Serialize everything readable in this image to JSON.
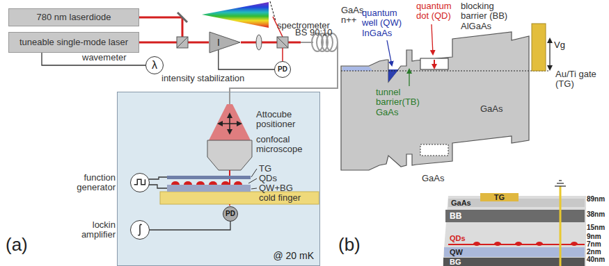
{
  "diagram": {
    "nodes": [
      {
        "text": [
          "780 nm laserdiode"
        ]
      },
      {
        "text": [
          "tuneable single-mode laser"
        ]
      },
      {
        "text": [
          "I"
        ]
      },
      {
        "text": [
          "λ"
        ]
      },
      {
        "text": [
          "PD"
        ]
      },
      {
        "text": [
          "@ 20 mK"
        ]
      },
      {
        "text": [
          "function generator"
        ],
        "in": 5
      },
      {
        "text": [
          "lockin amplifier"
        ],
        "in": 5
      },
      {
        "text": [
          "PD"
        ],
        "in": 5
      },
      {
        "text": [
          "GaAs"
        ]
      },
      {
        "text": [
          "TG"
        ]
      },
      {
        "text": [
          "BB"
        ]
      },
      {
        "text": [
          "QW"
        ]
      },
      {
        "text": [
          "BG"
        ]
      }
    ],
    "edges": [
      {
        "from": 1,
        "to": 3,
        "arrow": "none"
      },
      {
        "from": 4,
        "to": 2,
        "arrow": "none"
      },
      {
        "from": 7,
        "to": 8,
        "arrow": "none"
      }
    ],
    "labels": [
      "spectrometer",
      "BS 90:10",
      "wavemeter",
      "intensity stabilization",
      "Attocube positioner",
      "confocal microscope",
      "TG",
      "QDs",
      "QW+BG",
      "cold finger",
      "(a)",
      "GaAs n++",
      "quantum well (QW) InGaAs",
      "quantum dot (QD)",
      "blocking barrier (BB) AlGaAs",
      "tunnel barrier(TB) GaAs",
      "GaAs",
      "GaAs",
      "Vg",
      "Au/Ti gate (TG)",
      "(b)",
      "QDs",
      "89nm",
      "38nm",
      "15nm",
      "9nm",
      "7nm",
      "2nm",
      "40nm"
    ]
  }
}
